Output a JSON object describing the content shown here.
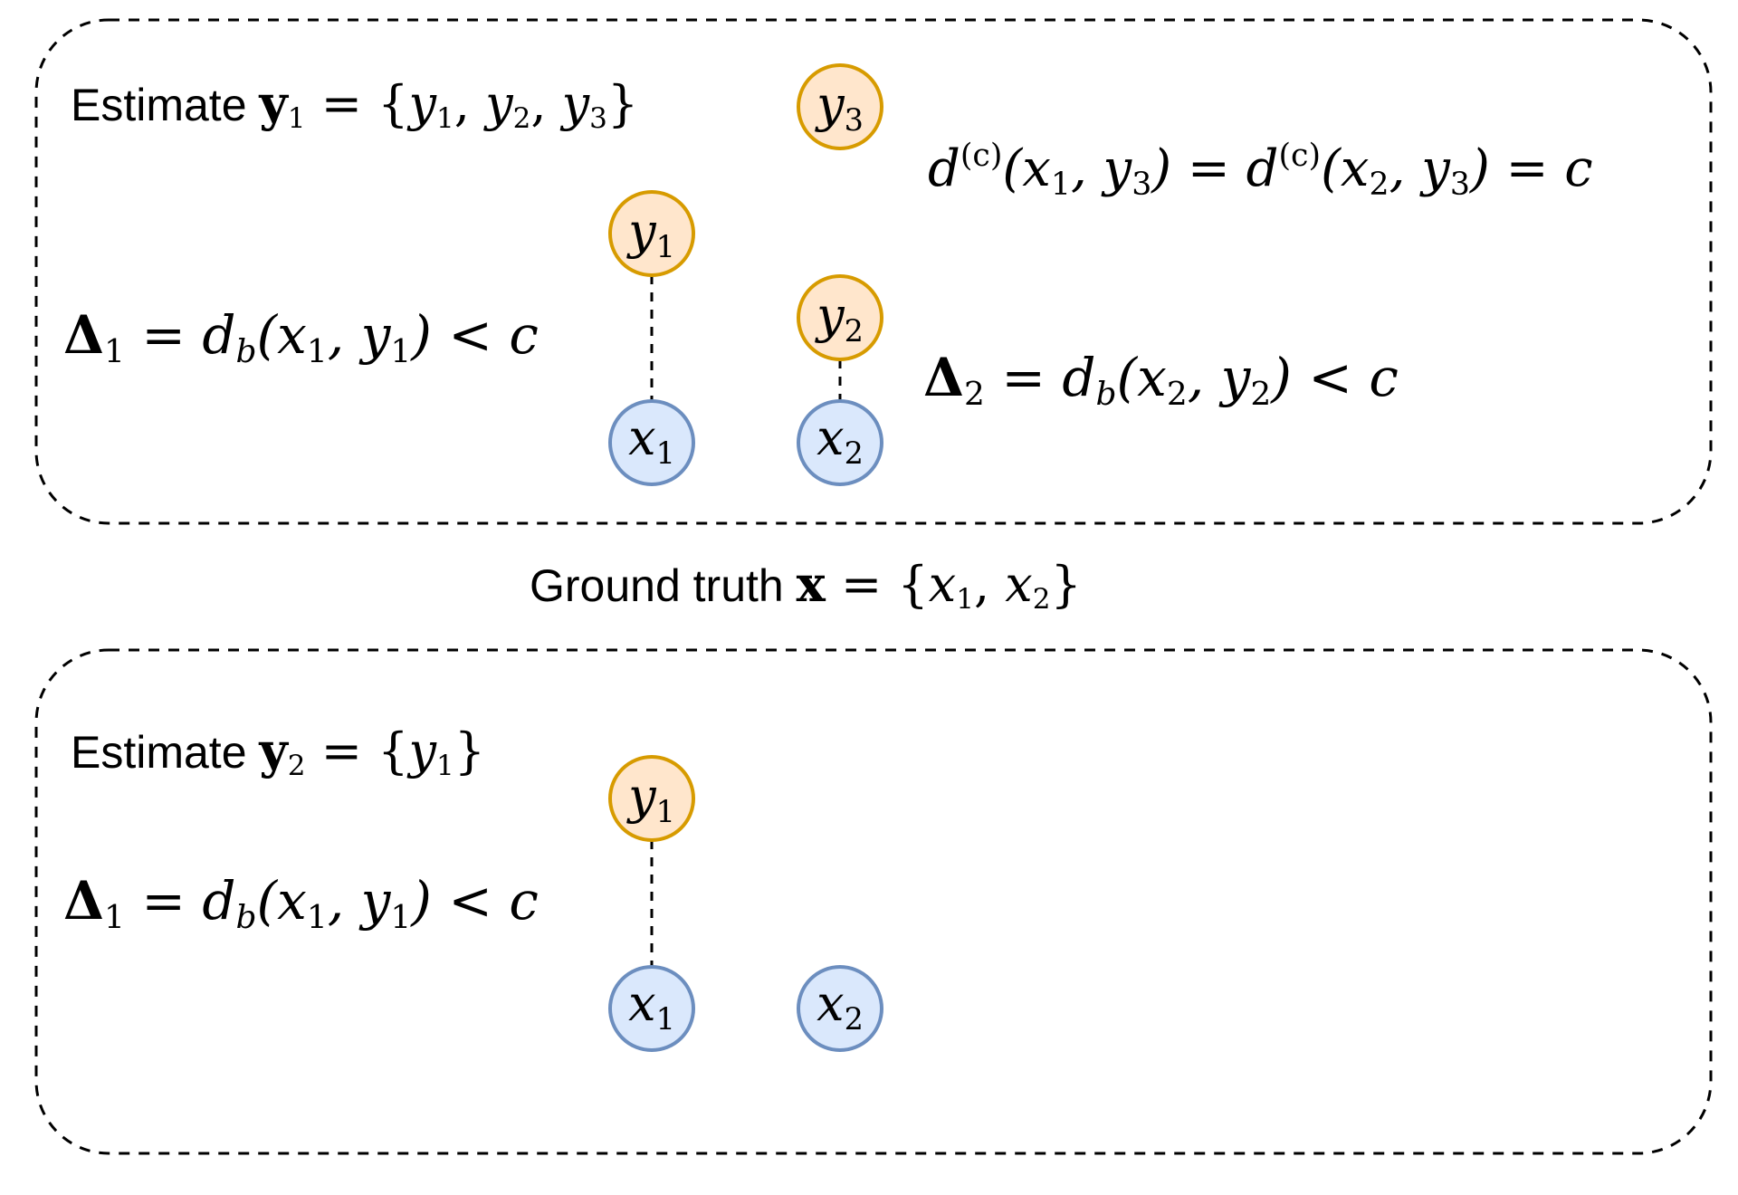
{
  "top_panel": {
    "caption_prefix": "Estimate ",
    "caption_bold": "y",
    "caption_bold_sub": "1",
    "caption_rest": " = {",
    "caption_items": [
      {
        "v": "y",
        "s": "1"
      },
      {
        "v": "y",
        "s": "2"
      },
      {
        "v": "y",
        "s": "3"
      }
    ],
    "delta1": {
      "sym": "Δ",
      "sub": "1",
      "eq": " = ",
      "f": "d",
      "fsub": "b",
      "args": "(x",
      "a1sub": "1",
      "comma": ", y",
      "a2sub": "1",
      "tail": ") < c"
    },
    "delta2": {
      "sym": "Δ",
      "sub": "2",
      "eq": " = ",
      "f": "d",
      "fsub": "b",
      "args": "(x",
      "a1sub": "2",
      "comma": ", y",
      "a2sub": "2",
      "tail": ") < c"
    },
    "cutoff": {
      "f": "d",
      "sup": "(c)",
      "part1": "(x",
      "s1": "1",
      "mid1": ", y",
      "s2": "3",
      "part2": ") = ",
      "f2": "d",
      "sup2": "(c)",
      "part3": "(x",
      "s3": "2",
      "mid2": ", y",
      "s4": "3",
      "tail": ") = c"
    },
    "nodes": [
      {
        "id": "y3",
        "v": "y",
        "s": "3",
        "kind": "estimate"
      },
      {
        "id": "y1",
        "v": "y",
        "s": "1",
        "kind": "estimate"
      },
      {
        "id": "y2",
        "v": "y",
        "s": "2",
        "kind": "estimate"
      },
      {
        "id": "x1",
        "v": "x",
        "s": "1",
        "kind": "truth"
      },
      {
        "id": "x2",
        "v": "x",
        "s": "2",
        "kind": "truth"
      }
    ]
  },
  "ground_truth": {
    "prefix": "Ground truth ",
    "bold": "x",
    "rest": " = {",
    "items": [
      {
        "v": "x",
        "s": "1"
      },
      {
        "v": "x",
        "s": "2"
      }
    ]
  },
  "bottom_panel": {
    "caption_prefix": "Estimate ",
    "caption_bold": "y",
    "caption_bold_sub": "2",
    "caption_rest": " = {",
    "caption_items": [
      {
        "v": "y",
        "s": "1"
      }
    ],
    "delta1": {
      "sym": "Δ",
      "sub": "1",
      "eq": " = ",
      "f": "d",
      "fsub": "b",
      "args": "(x",
      "a1sub": "1",
      "comma": ", y",
      "a2sub": "1",
      "tail": ") < c"
    },
    "nodes": [
      {
        "id": "y1",
        "v": "y",
        "s": "1",
        "kind": "estimate"
      },
      {
        "id": "x1",
        "v": "x",
        "s": "1",
        "kind": "truth"
      },
      {
        "id": "x2",
        "v": "x",
        "s": "2",
        "kind": "truth"
      }
    ]
  },
  "colors": {
    "estimate_fill": "#ffe6cc",
    "estimate_stroke": "#d79b00",
    "truth_fill": "#dae8fc",
    "truth_stroke": "#6c8ebf",
    "line": "#000000"
  }
}
